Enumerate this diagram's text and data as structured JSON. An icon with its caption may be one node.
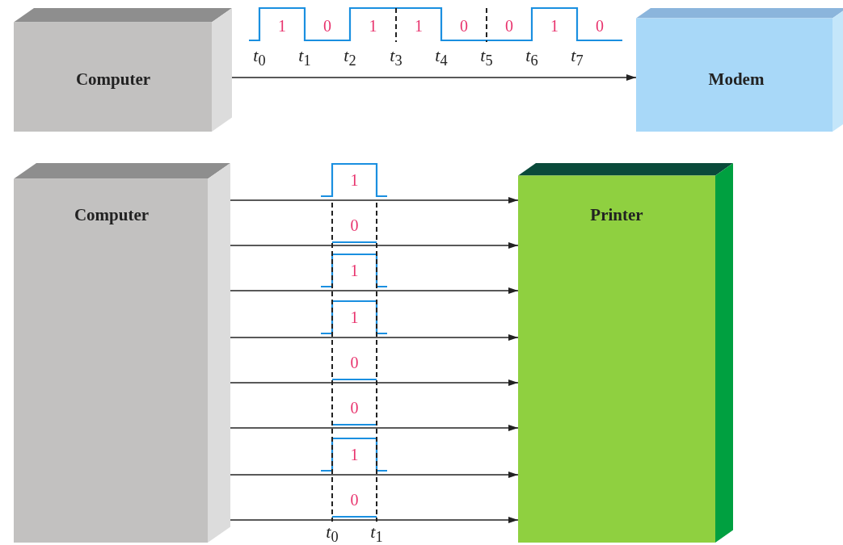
{
  "diagram": {
    "nodes": [
      {
        "text": [
          "Computer"
        ]
      },
      {
        "text": [
          "Modem"
        ]
      },
      {
        "text": [
          "Computer"
        ]
      },
      {
        "text": [
          "Printer"
        ]
      }
    ],
    "edges": [
      {
        "from": 0,
        "to": 1,
        "arrow": "to"
      },
      {
        "from": 2,
        "to": 3,
        "arrow": "to"
      },
      {
        "from": 2,
        "to": 3,
        "arrow": "to"
      },
      {
        "from": 2,
        "to": 3,
        "arrow": "to"
      },
      {
        "from": 2,
        "to": 3,
        "arrow": "to"
      },
      {
        "from": 2,
        "to": 3,
        "arrow": "to"
      },
      {
        "from": 2,
        "to": 3,
        "arrow": "to"
      },
      {
        "from": 2,
        "to": 3,
        "arrow": "to"
      },
      {
        "from": 2,
        "to": 3,
        "arrow": "to"
      }
    ],
    "labels": [
      "1",
      "0",
      "1",
      "1",
      "0",
      "0",
      "1",
      "0",
      "*t*$_{0}$",
      "*t*$_{1}$",
      "*t*$_{2}$",
      "*t*$_{3}$",
      "*t*$_{4}$",
      "*t*$_{5}$",
      "*t*$_{6}$",
      "*t*$_{7}$",
      "1",
      "0",
      "1",
      "1",
      "0",
      "0",
      "1",
      "0",
      "*t*$_{0}$",
      "*t*$_{1}$"
    ]
  }
}
